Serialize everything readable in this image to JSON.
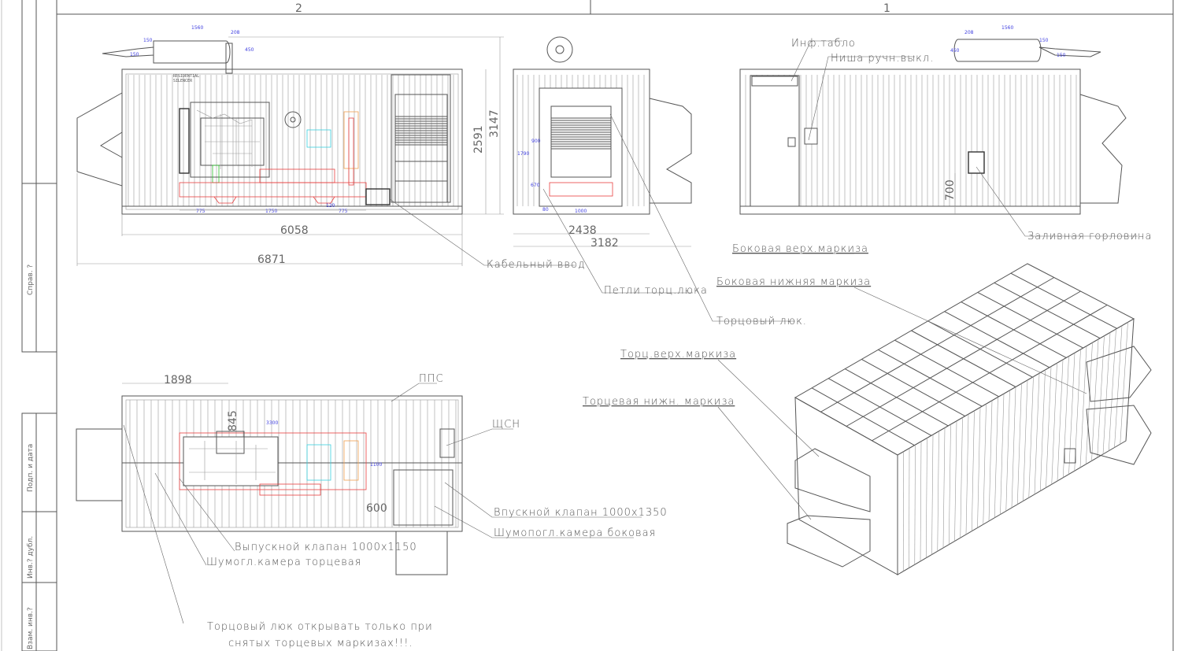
{
  "sheet": {
    "zones": [
      "2",
      "1"
    ],
    "side_stamps": [
      "Справ. ?",
      "Подп. и дата",
      "Инв.? дубл.",
      "Взам. инв.?"
    ]
  },
  "front_view": {
    "dims": {
      "length": "6058",
      "overall": "6871",
      "height": "2591",
      "overall_height": "3147"
    },
    "small_dims": [
      "1560",
      "208",
      "150",
      "150",
      "450",
      "775",
      "1750",
      "775",
      "120"
    ],
    "silencer_text": [
      "RESIDENTIAL",
      "SILENCER"
    ]
  },
  "end_view": {
    "dims": {
      "width": "2438",
      "overall": "3182"
    },
    "small_dims": [
      "900",
      "1790",
      "670",
      "80",
      "1000"
    ]
  },
  "rear_view": {
    "dims": {
      "filler_height": "700"
    },
    "small_dims": [
      "1560",
      "208",
      "450",
      "150",
      "150"
    ]
  },
  "plan_view": {
    "dims": {
      "offset": "1898",
      "side": "845",
      "gap": "600"
    },
    "small_dims": [
      "3300",
      "1100"
    ]
  },
  "labels": {
    "info_panel": "Инф.табло",
    "manual_switch_niche": "Ниша ручн.выкл.",
    "filler_neck": "Заливная горловина",
    "side_upper_canopy": "Боковая верх.маркиза",
    "side_lower_canopy": "Боковая нижняя маркиза",
    "end_hatch": "Торцовый люк.",
    "end_upper_canopy": "Торц.верх.маркиза",
    "end_lower_canopy": "Торцевая нижн. маркиза",
    "cable_entry": "Кабельный ввод",
    "end_hatch_hinges": "Петли торц.люка",
    "fire_alarm": "ППС",
    "aux_panel": "ЩСН",
    "inlet_valve": "Впускной клапан 1000х1350",
    "side_silencer_chamber": "Шумопогл.камера боковая",
    "outlet_valve": "Выпускной клапан 1000х1150",
    "end_silencer_chamber": "Шумогл.камера торцевая",
    "note_line1": "Торцовый люк открывать только при",
    "note_line2": "снятых торцевых маркизах!!!."
  }
}
